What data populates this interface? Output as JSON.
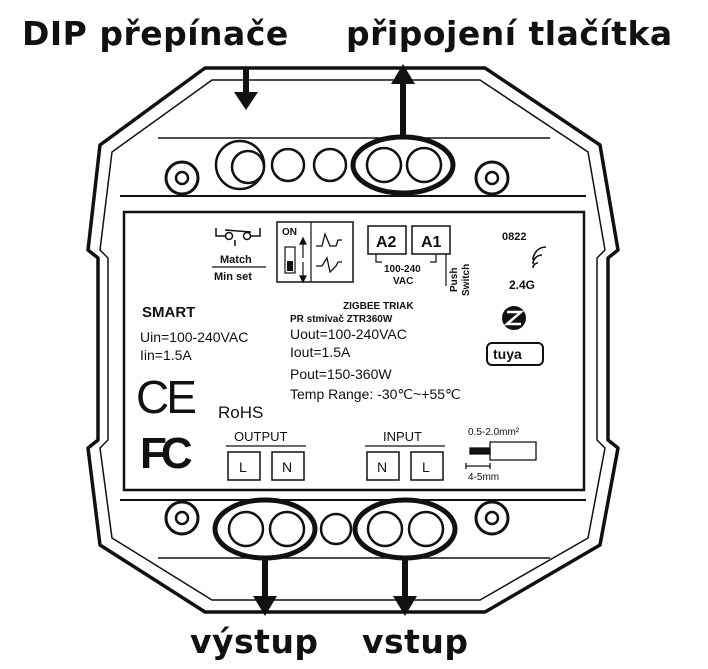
{
  "callouts": {
    "dip": "DIP přepínače",
    "button": "připojení tlačítka",
    "output": "výstup",
    "input": "vstup"
  },
  "label": {
    "match": "Match",
    "min_set": "Min set",
    "on": "ON",
    "a2": "A2",
    "a1": "A1",
    "voltage_range": "100-240",
    "vac": "VAC",
    "push": "Push",
    "switch": "Switch",
    "code": "0822",
    "freq": "2.4G",
    "smart": "SMART",
    "uin": "Uin=100-240VAC",
    "iin": "Iin=1.5A",
    "product_title": "ZIGBEE TRIAK",
    "product_sub": "PR stmívač ZTR360W",
    "uout": "Uout=100-240VAC",
    "iout": "Iout=1.5A",
    "pout": "Pout=150-360W",
    "temp": "Temp Range: -30℃~+55℃",
    "ce": "CE",
    "rohs": "RoHS",
    "fc": "FC",
    "output": "OUTPUT",
    "input": "INPUT",
    "out_l": "L",
    "out_n": "N",
    "in_n": "N",
    "in_l": "L",
    "wire_section": "0.5-2.0mm²",
    "strip_length": "4-5mm",
    "tuya": "tuya"
  },
  "colors": {
    "ink": "#111111",
    "paper": "#ffffff"
  }
}
